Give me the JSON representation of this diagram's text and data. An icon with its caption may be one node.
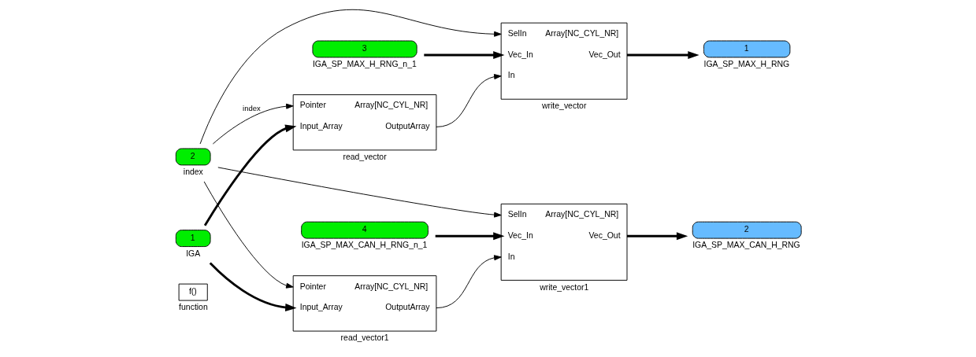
{
  "diagram": {
    "nodes": [
      {
        "text": [
          "f()"
        ],
        "beside": [
          "function"
        ]
      },
      {
        "text": [
          "2"
        ],
        "beside": [
          "index"
        ]
      },
      {
        "text": [
          "1"
        ],
        "beside": [
          "IGA"
        ]
      },
      {
        "text": [
          "Pointer",
          "Input_Array",
          "Array[NC_CYL_NR]",
          "OutputArray"
        ],
        "beside": [
          "read_vector"
        ]
      },
      {
        "text": [
          "Pointer",
          "Input_Array",
          "Array[NC_CYL_NR]",
          "OutputArray"
        ],
        "beside": [
          "read_vector1"
        ]
      },
      {
        "text": [
          "3"
        ],
        "beside": [
          "IGA_SP_MAX_H_RNG_n_1"
        ]
      },
      {
        "text": [
          "4"
        ],
        "beside": [
          "IGA_SP_MAX_CAN_H_RNG_n_1"
        ]
      },
      {
        "text": [
          "SelIn",
          "Vec_In",
          "In",
          "Array[NC_CYL_NR]",
          "Vec_Out"
        ],
        "beside": [
          "write_vector"
        ]
      },
      {
        "text": [
          "SelIn",
          "Vec_In",
          "In",
          "Array[NC_CYL_NR]",
          "Vec_Out"
        ],
        "beside": [
          "write_vector1"
        ]
      },
      {
        "text": [
          "1"
        ],
        "beside": [
          "IGA_SP_MAX_H_RNG"
        ]
      },
      {
        "text": [
          "2"
        ],
        "beside": [
          "IGA_SP_MAX_CAN_H_RNG"
        ]
      }
    ],
    "edges": [
      {
        "from": 1,
        "to": 3,
        "arrow": "to",
        "label": "index"
      },
      {
        "from": 1,
        "to": 4,
        "arrow": "to"
      },
      {
        "from": 1,
        "to": 7,
        "arrow": "to"
      },
      {
        "from": 1,
        "to": 8,
        "arrow": "to"
      },
      {
        "from": 2,
        "to": 3,
        "arrow": "to",
        "style": "thick"
      },
      {
        "from": 2,
        "to": 4,
        "arrow": "to",
        "style": "thick"
      },
      {
        "from": 3,
        "to": 7,
        "arrow": "to"
      },
      {
        "from": 4,
        "to": 8,
        "arrow": "to"
      },
      {
        "from": 5,
        "to": 7,
        "arrow": "to",
        "style": "thick"
      },
      {
        "from": 6,
        "to": 8,
        "arrow": "to",
        "style": "thick"
      },
      {
        "from": 7,
        "to": 9,
        "arrow": "to",
        "style": "thick"
      },
      {
        "from": 8,
        "to": 10,
        "arrow": "to",
        "style": "thick"
      }
    ]
  }
}
